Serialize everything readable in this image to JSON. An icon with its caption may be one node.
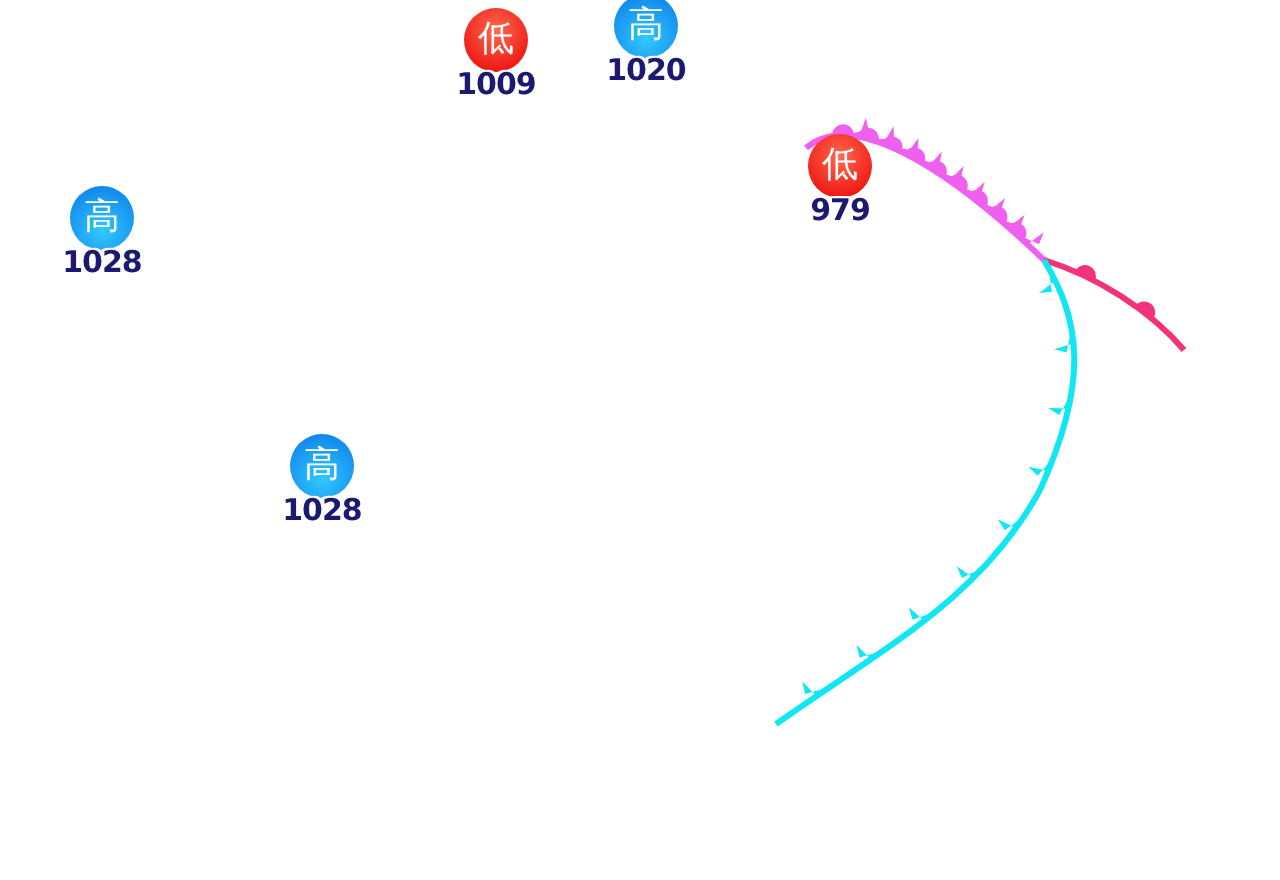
{
  "diagram": {
    "nodes": [
      {
        "text": [
          "低"
        ],
        "beside": [
          "1009"
        ]
      },
      {
        "text": [
          "高"
        ],
        "beside": [
          "1020"
        ]
      },
      {
        "text": [
          "低"
        ],
        "beside": [
          "979"
        ]
      },
      {
        "text": [
          "高"
        ],
        "beside": [
          "1028"
        ]
      },
      {
        "text": [
          "高"
        ],
        "beside": [
          "1028"
        ]
      }
    ]
  }
}
